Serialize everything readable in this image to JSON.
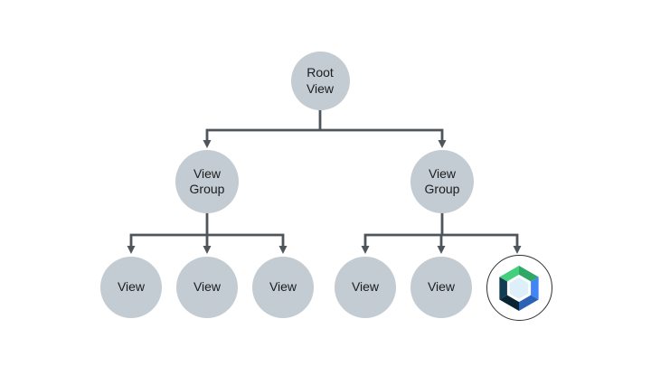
{
  "nodes": {
    "root": {
      "label": "Root View"
    },
    "left_group": {
      "label": "View Group"
    },
    "right_group": {
      "label": "View Group"
    },
    "left_child_1": {
      "label": "View"
    },
    "left_child_2": {
      "label": "View"
    },
    "left_child_3": {
      "label": "View"
    },
    "right_child_1": {
      "label": "View"
    },
    "right_child_2": {
      "label": "View"
    },
    "right_child_3": {
      "icon": "jetpack-compose-logo"
    }
  },
  "colors": {
    "background": "#ffffff",
    "node_fill": "#c3ccd2",
    "node_text": "#1b1d1f",
    "connector": "#4e565c",
    "compose_circle_fill": "#ffffff",
    "compose_ring": "#2f3033",
    "compose_green_light": "#43cf7c",
    "compose_green_dark": "#2fa765",
    "compose_blue": "#4285f4",
    "compose_blue_dark": "#2c62b6",
    "compose_navy": "#123e53",
    "compose_navy_dark": "#092533",
    "compose_center_fill": "#ddeff9",
    "compose_center_stroke": "#ffffff"
  }
}
